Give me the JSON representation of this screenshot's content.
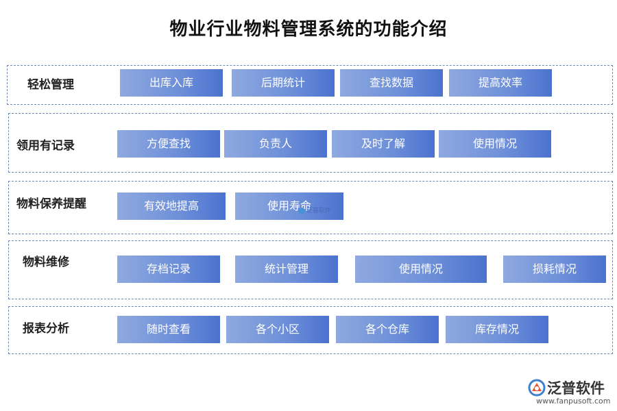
{
  "title": "物业行业物料管理系统的功能介绍",
  "sections": [
    {
      "label": "轻松管理",
      "items": [
        "出库入库",
        "后期统计",
        "查找数据",
        "提高效率"
      ]
    },
    {
      "label": "领用有记录",
      "items": [
        "方便查找",
        "负责人",
        "及时了解",
        "使用情况"
      ]
    },
    {
      "label": "物料保养提醒",
      "items": [
        "有效地提高",
        "使用寿命"
      ]
    },
    {
      "label": "物料维修",
      "items": [
        "存档记录",
        "统计管理",
        "使用情况",
        "损耗情况"
      ]
    },
    {
      "label": "报表分析",
      "items": [
        "随时查看",
        "各个小区",
        "各个仓库",
        "库存情况"
      ]
    }
  ],
  "watermark": "泛普软件",
  "logo": {
    "name": "泛普软件",
    "url": "www.fanpusoft.com",
    "icon": "fanpu-logo-icon"
  },
  "colors": {
    "chip_light": "#8fa9e0",
    "chip_dark": "#4b72cf",
    "border": "#6f86b3"
  }
}
